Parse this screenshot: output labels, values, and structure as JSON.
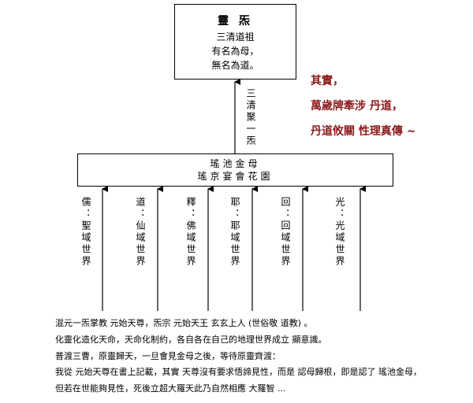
{
  "top_box": {
    "title": "靈 炁",
    "lines": [
      "三清道祖",
      "有名為母，",
      "無名為道。"
    ]
  },
  "connector_label": "三清聚一炁",
  "side_note": {
    "lines": [
      "其實，",
      "萬歲牌牽涉 丹道，",
      "丹道攸關 性理真傳 ~"
    ],
    "color": "#8b1a1a"
  },
  "mid_box": {
    "lines": [
      "瑤池金母",
      "瑤京宴會花園"
    ]
  },
  "columns": [
    {
      "label": "儒：聖域世界"
    },
    {
      "label": "道：仙域世界"
    },
    {
      "label": "釋：佛域世界"
    },
    {
      "label": "耶：耶域世界"
    },
    {
      "label": "回：回域世界"
    },
    {
      "label": "光：光域世界"
    }
  ],
  "bottom_text": [
    "混元一炁掌教 元始天尊，炁宗 元始天王 玄玄上人 (世俗敬 道教) 。",
    "化靈化造化天命，天命化制約，各自各在自己的地理世界成立 顯意識。",
    "普渡三曹，原靈歸天，一旦會見金母之後，等待原靈齊渡：",
    "我從 元始天尊在書上記載，其實 天尊沒有要求悟諦見性，而是 認母歸根，即是認了 瑤池金母，",
    "但若在世能夠見性，死後立超大羅天此乃自然相應 大羅智 ..."
  ]
}
